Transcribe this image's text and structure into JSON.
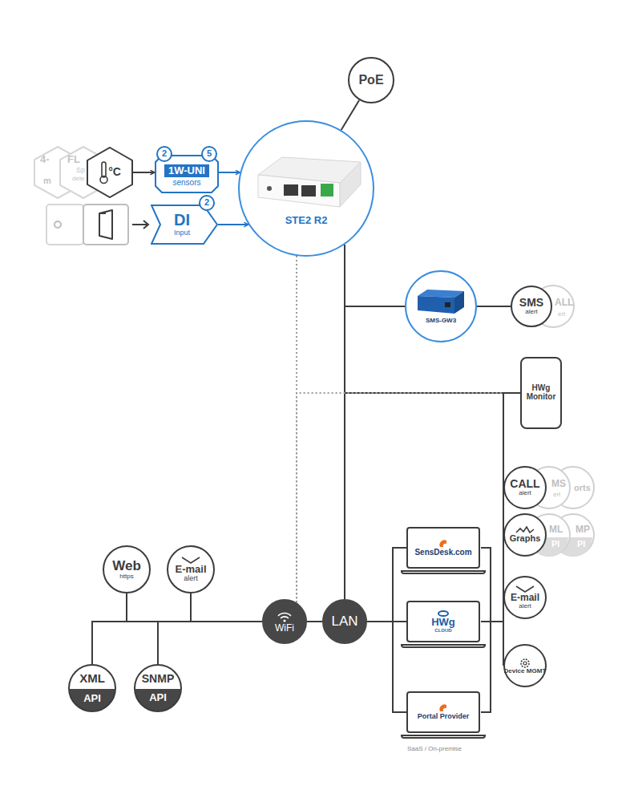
{
  "diagram": {
    "nodes": [
      {
        "text": [
          "PoE"
        ]
      },
      {
        "text": [
          "°C"
        ]
      },
      {
        "text": [
          "1W-UNI",
          "sensors"
        ]
      },
      {
        "text": [
          "2"
        ],
        "in": 2
      },
      {
        "text": [
          "5"
        ],
        "in": 2
      },
      {
        "text": [
          "DI",
          "Input"
        ]
      },
      {
        "text": [
          "2"
        ],
        "in": 5
      },
      {
        "text": [
          "STE2 R2"
        ]
      },
      {
        "text": [
          "SMS-GW3"
        ]
      },
      {
        "text": [
          "SMS",
          "alert"
        ]
      },
      {
        "text": [
          "HWg Monitor"
        ]
      },
      {
        "text": [
          "CALL",
          "alert"
        ]
      },
      {
        "text": [
          "Graphs"
        ]
      },
      {
        "text": [
          "E-mail",
          "alert"
        ]
      },
      {
        "text": [
          "Device MGMT"
        ]
      },
      {
        "text": [
          "SensDesk.com"
        ]
      },
      {
        "text": [
          "HWg",
          "CLOUD"
        ]
      },
      {
        "text": [
          "Portal Provider"
        ]
      },
      {
        "text": [
          "Web",
          "https"
        ]
      },
      {
        "text": [
          "E-mail",
          "alert"
        ]
      },
      {
        "text": [
          "WiFi"
        ]
      },
      {
        "text": [
          "LAN"
        ]
      },
      {
        "text": [
          "XML",
          "API"
        ]
      },
      {
        "text": [
          "SNMP",
          "API"
        ]
      }
    ],
    "edges": [
      {
        "from": 0,
        "to": 7,
        "arrow": "none"
      },
      {
        "from": 1,
        "to": 2,
        "arrow": "to"
      },
      {
        "from": 2,
        "to": 7,
        "arrow": "to"
      },
      {
        "from": 5,
        "to": 7,
        "arrow": "to"
      },
      {
        "from": 7,
        "to": 21,
        "arrow": "none"
      },
      {
        "from": 21,
        "to": 8,
        "arrow": "none"
      },
      {
        "from": 8,
        "to": 9,
        "arrow": "none"
      },
      {
        "from": 21,
        "to": 10,
        "arrow": "none"
      },
      {
        "from": 7,
        "to": 20,
        "arrow": "none"
      },
      {
        "from": 20,
        "to": 10,
        "arrow": "none"
      },
      {
        "from": 20,
        "to": 21,
        "arrow": "none"
      },
      {
        "from": 21,
        "to": 15,
        "arrow": "none"
      },
      {
        "from": 21,
        "to": 16,
        "arrow": "none"
      },
      {
        "from": 21,
        "to": 17,
        "arrow": "none"
      },
      {
        "from": 10,
        "to": 11,
        "arrow": "none"
      },
      {
        "from": 10,
        "to": 12,
        "arrow": "none"
      },
      {
        "from": 10,
        "to": 13,
        "arrow": "none"
      },
      {
        "from": 10,
        "to": 14,
        "arrow": "none"
      },
      {
        "from": 20,
        "to": 18,
        "arrow": "none"
      },
      {
        "from": 20,
        "to": 19,
        "arrow": "none"
      },
      {
        "from": 20,
        "to": 22,
        "arrow": "none"
      },
      {
        "from": 20,
        "to": 23,
        "arrow": "none"
      }
    ],
    "labels": [
      "4-",
      "m",
      "FL",
      "Sp",
      "dete",
      "ALL",
      "ert",
      "MS",
      "ert",
      "orts",
      "ML",
      "PI",
      "MP",
      "PI",
      "SaaS / On-premise"
    ]
  }
}
